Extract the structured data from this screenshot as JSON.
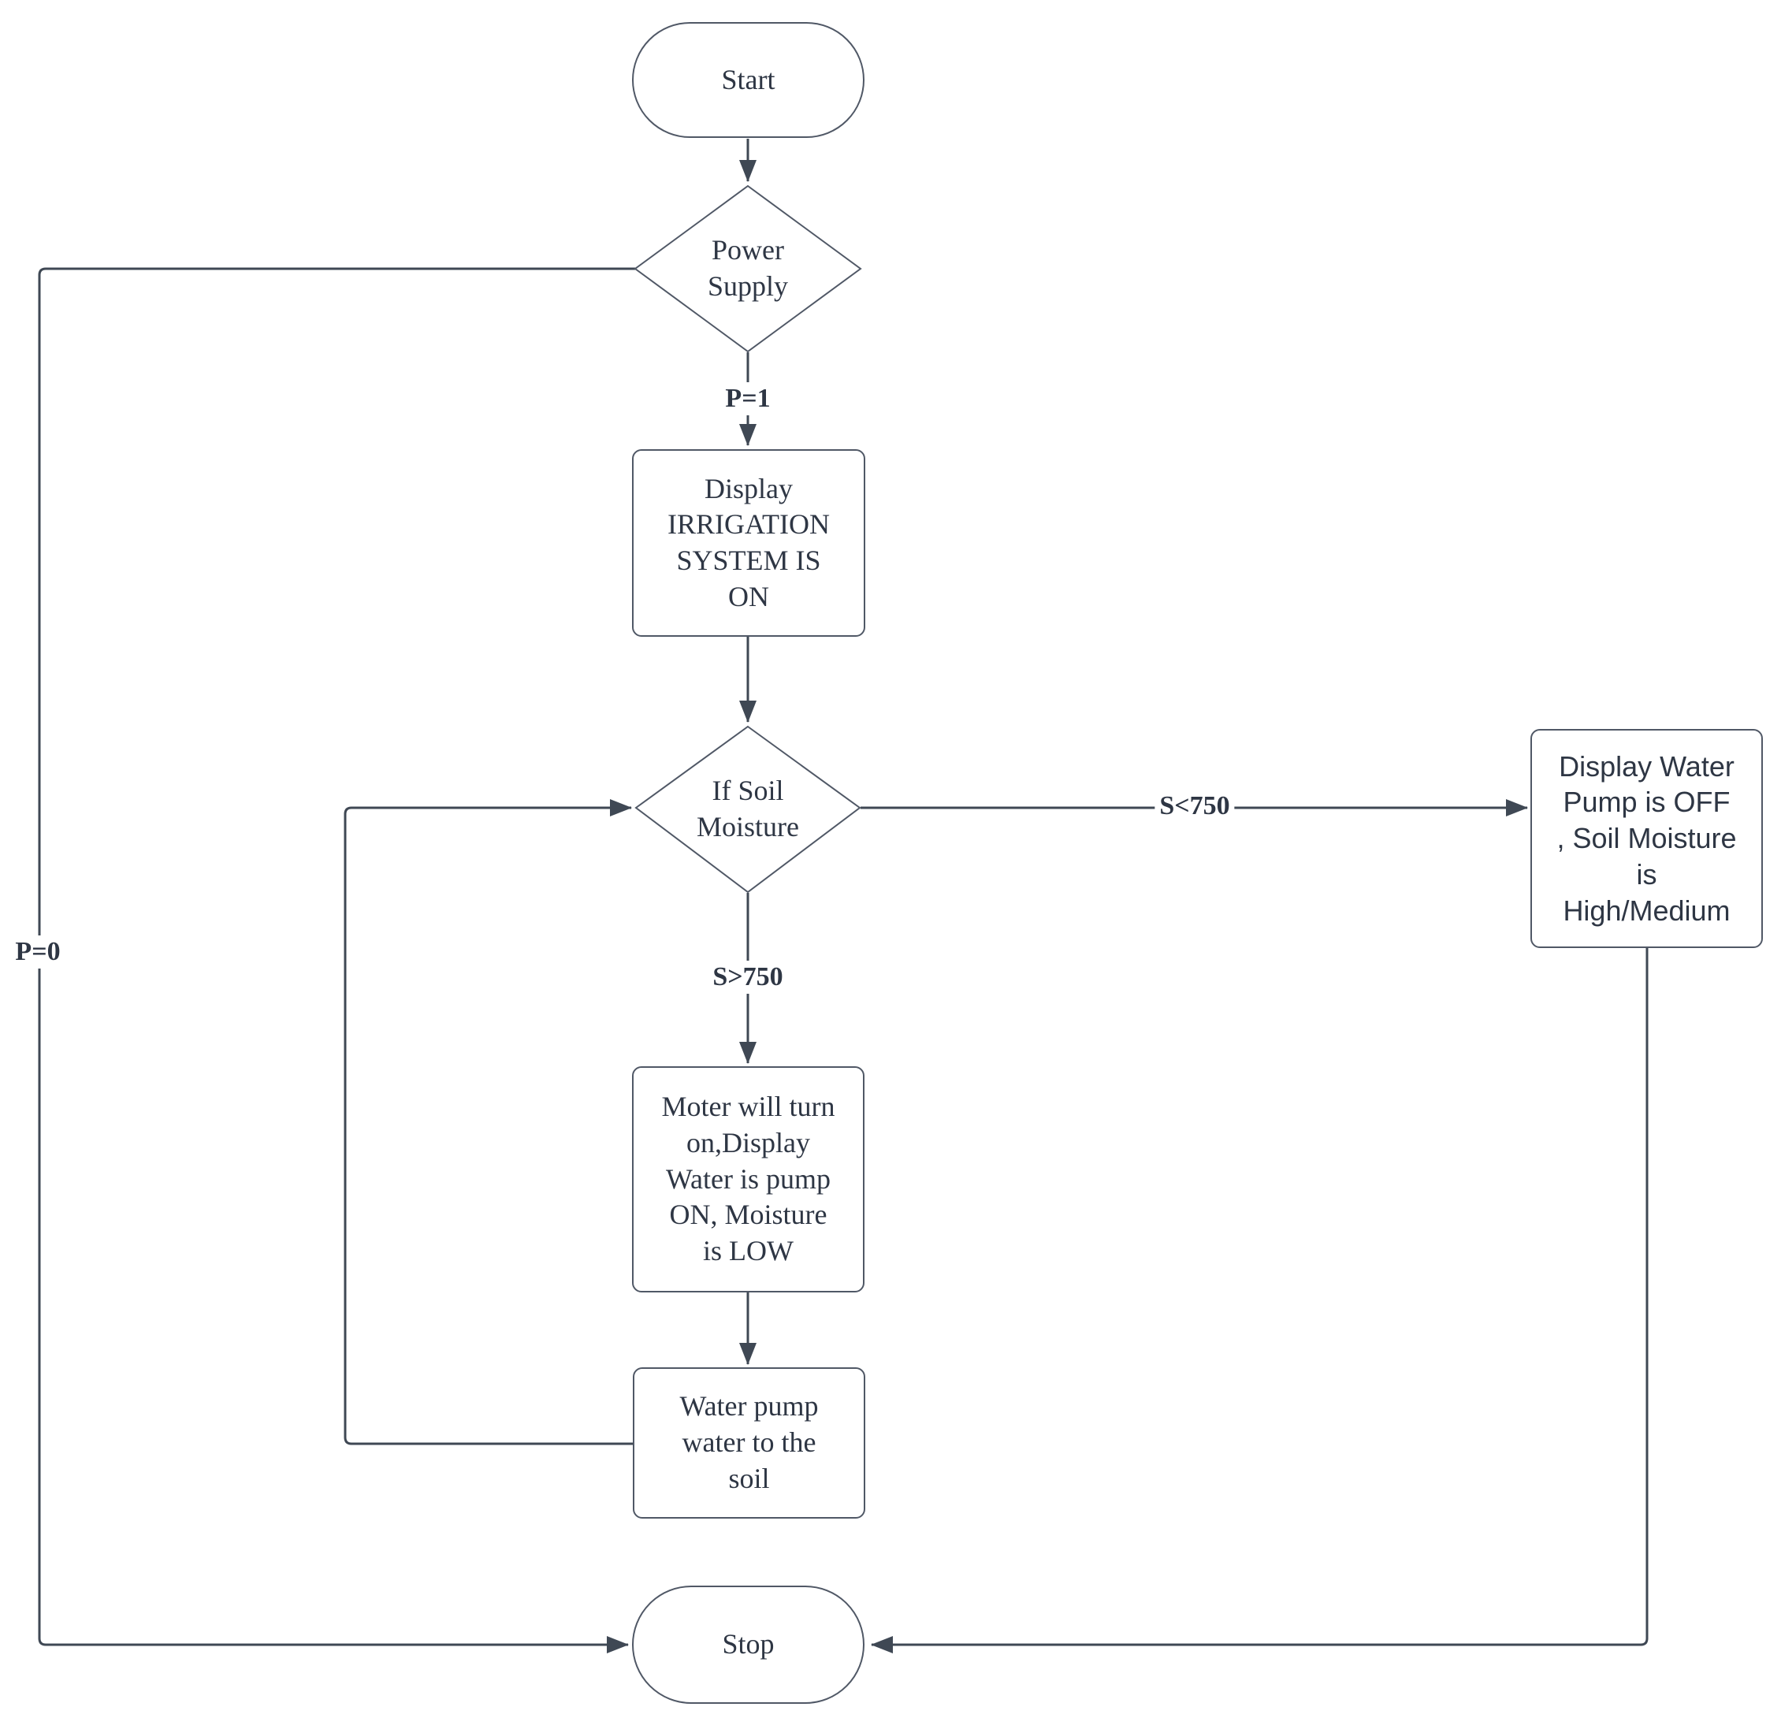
{
  "nodes": {
    "start": {
      "label": "Start",
      "type": "terminator"
    },
    "power_supply": {
      "label": "Power\nSupply",
      "type": "decision"
    },
    "display_on": {
      "label": "Display\nIRRIGATION\nSYSTEM IS\nON",
      "type": "process"
    },
    "soil_moisture": {
      "label": "If Soil\nMoisture",
      "type": "decision"
    },
    "pump_off": {
      "label": "Display Water\nPump is OFF\n, Soil Moisture\nis\nHigh/Medium",
      "type": "process"
    },
    "motor_on": {
      "label": "Moter will turn\non,Display\nWater is pump\nON, Moisture\nis LOW",
      "type": "process"
    },
    "water_pump": {
      "label": "Water pump\nwater to the\nsoil",
      "type": "process"
    },
    "stop": {
      "label": "Stop",
      "type": "terminator"
    }
  },
  "edge_labels": {
    "p1": "P=1",
    "p0": "P=0",
    "s_lt_750": "S<750",
    "s_gt_750": "S>750"
  },
  "colors": {
    "edge": "#3f4854",
    "shape_border": "#505866",
    "text": "#2e3644",
    "background": "#ffffff"
  }
}
